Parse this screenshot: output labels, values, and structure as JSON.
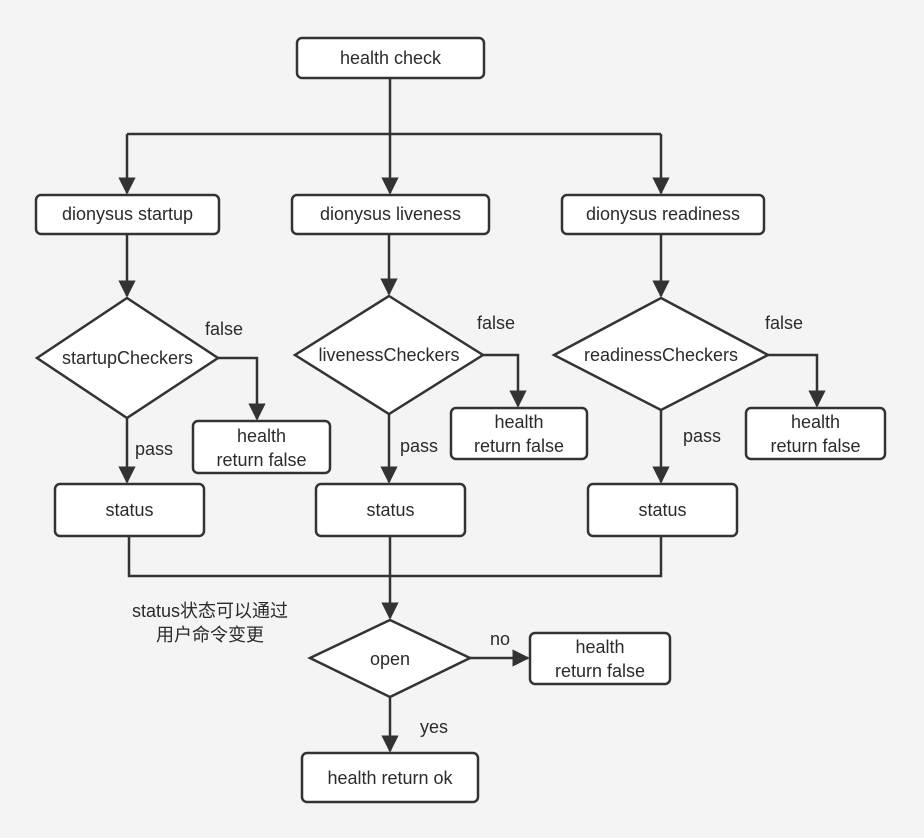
{
  "diagram": {
    "top": {
      "label": "health check"
    },
    "branches": [
      {
        "process": "dionysus startup",
        "decision": "startupCheckers",
        "false_label": "false",
        "false_result": [
          "health",
          "return false"
        ],
        "pass_label": "pass",
        "status": "status"
      },
      {
        "process": "dionysus liveness",
        "decision": "livenessCheckers",
        "false_label": "false",
        "false_result": [
          "health",
          "return false"
        ],
        "pass_label": "pass",
        "status": "status"
      },
      {
        "process": "dionysus readiness",
        "decision": "readinessCheckers",
        "false_label": "false",
        "false_result": [
          "health",
          "return false"
        ],
        "pass_label": "pass",
        "status": "status"
      }
    ],
    "note": [
      "status状态可以通过",
      "用户命令变更"
    ],
    "final_decision": {
      "label": "open",
      "no_label": "no",
      "no_result": [
        "health",
        "return false"
      ],
      "yes_label": "yes",
      "yes_result": "health return ok"
    }
  },
  "colors": {
    "stroke": "#333333",
    "fill": "#ffffff",
    "background": "#f4f4f4",
    "text": "#2b2b2b"
  }
}
